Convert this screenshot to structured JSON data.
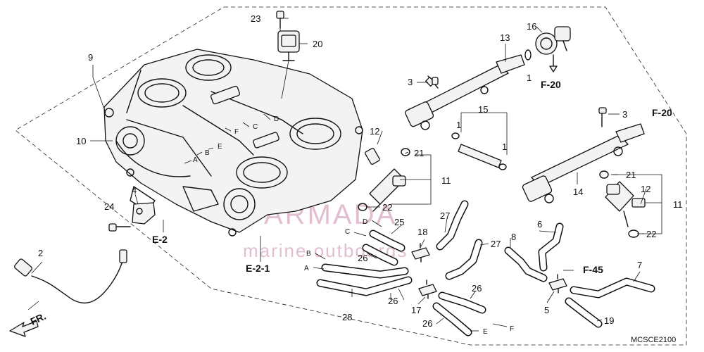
{
  "diagram_code": "MCSCE2100",
  "fr_label": "FR.",
  "watermark": {
    "name": "ARMADA",
    "tagline": "marine outboards"
  },
  "callouts": {
    "c1a": "1",
    "c1b": "1",
    "c1c": "1",
    "c2": "2",
    "c3a": "3",
    "c3b": "3",
    "c4": "4",
    "c5": "5",
    "c6": "6",
    "c7": "7",
    "c8": "8",
    "c9": "9",
    "c10": "10",
    "c11a": "11",
    "c11b": "11",
    "c12a": "12",
    "c12b": "12",
    "c13": "13",
    "c14": "14",
    "c15": "15",
    "c16": "16",
    "c17": "17",
    "c18": "18",
    "c19": "19",
    "c20": "20",
    "c21a": "21",
    "c21b": "21",
    "c22a": "22",
    "c22b": "22",
    "c23": "23",
    "c24": "24",
    "c25": "25",
    "c26a": "26",
    "c26b": "26",
    "c26c": "26",
    "c26d": "26",
    "c27a": "27",
    "c27b": "27",
    "c28": "28"
  },
  "references": {
    "e2": "E-2",
    "e21": "E-2-1",
    "f20a": "F-20",
    "f20b": "F-20",
    "f45": "F-45"
  },
  "hose_letters": {
    "body_a": "A",
    "body_b": "B",
    "body_c": "C",
    "body_d": "D",
    "body_e": "E",
    "body_f": "F",
    "hose_a": "A",
    "hose_b": "B",
    "hose_c": "C",
    "hose_d": "D",
    "hose_e": "E",
    "hose_f": "F"
  }
}
